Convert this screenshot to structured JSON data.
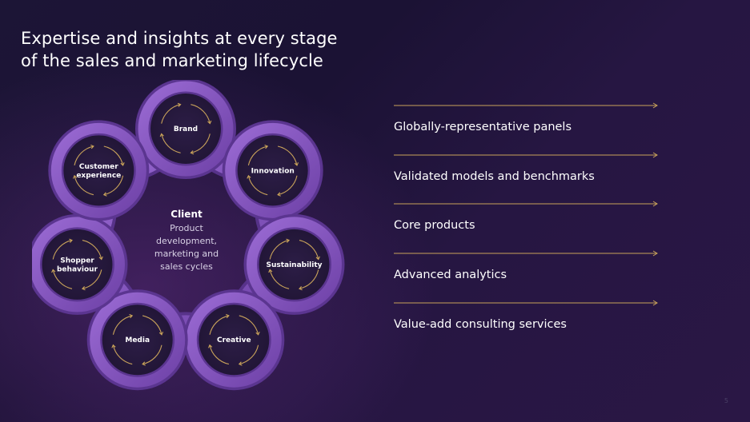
{
  "slide": {
    "title_line1": "Expertise and insights at every stage",
    "title_line2": "of the sales and marketing lifecycle",
    "page_number": "5"
  },
  "diagram": {
    "center": {
      "title": "Client",
      "lines": [
        "Product",
        "development,",
        "marketing and",
        "sales cycles"
      ]
    },
    "nodes": [
      {
        "lines": [
          "Brand"
        ]
      },
      {
        "lines": [
          "Innovation"
        ]
      },
      {
        "lines": [
          "Sustainability"
        ]
      },
      {
        "lines": [
          "Creative"
        ]
      },
      {
        "lines": [
          "Media"
        ]
      },
      {
        "lines": [
          "Shopper",
          "behaviour"
        ]
      },
      {
        "lines": [
          "Customer",
          "experience"
        ]
      }
    ]
  },
  "list": {
    "items": [
      "Globally-representative panels",
      "Validated models and benchmarks",
      "Core products",
      "Advanced analytics",
      "Value-add consulting services"
    ]
  },
  "colors": {
    "accent_gold": "#c9a35a",
    "ribbon_purple": "#8a5cc4",
    "background": "#1c1536"
  }
}
